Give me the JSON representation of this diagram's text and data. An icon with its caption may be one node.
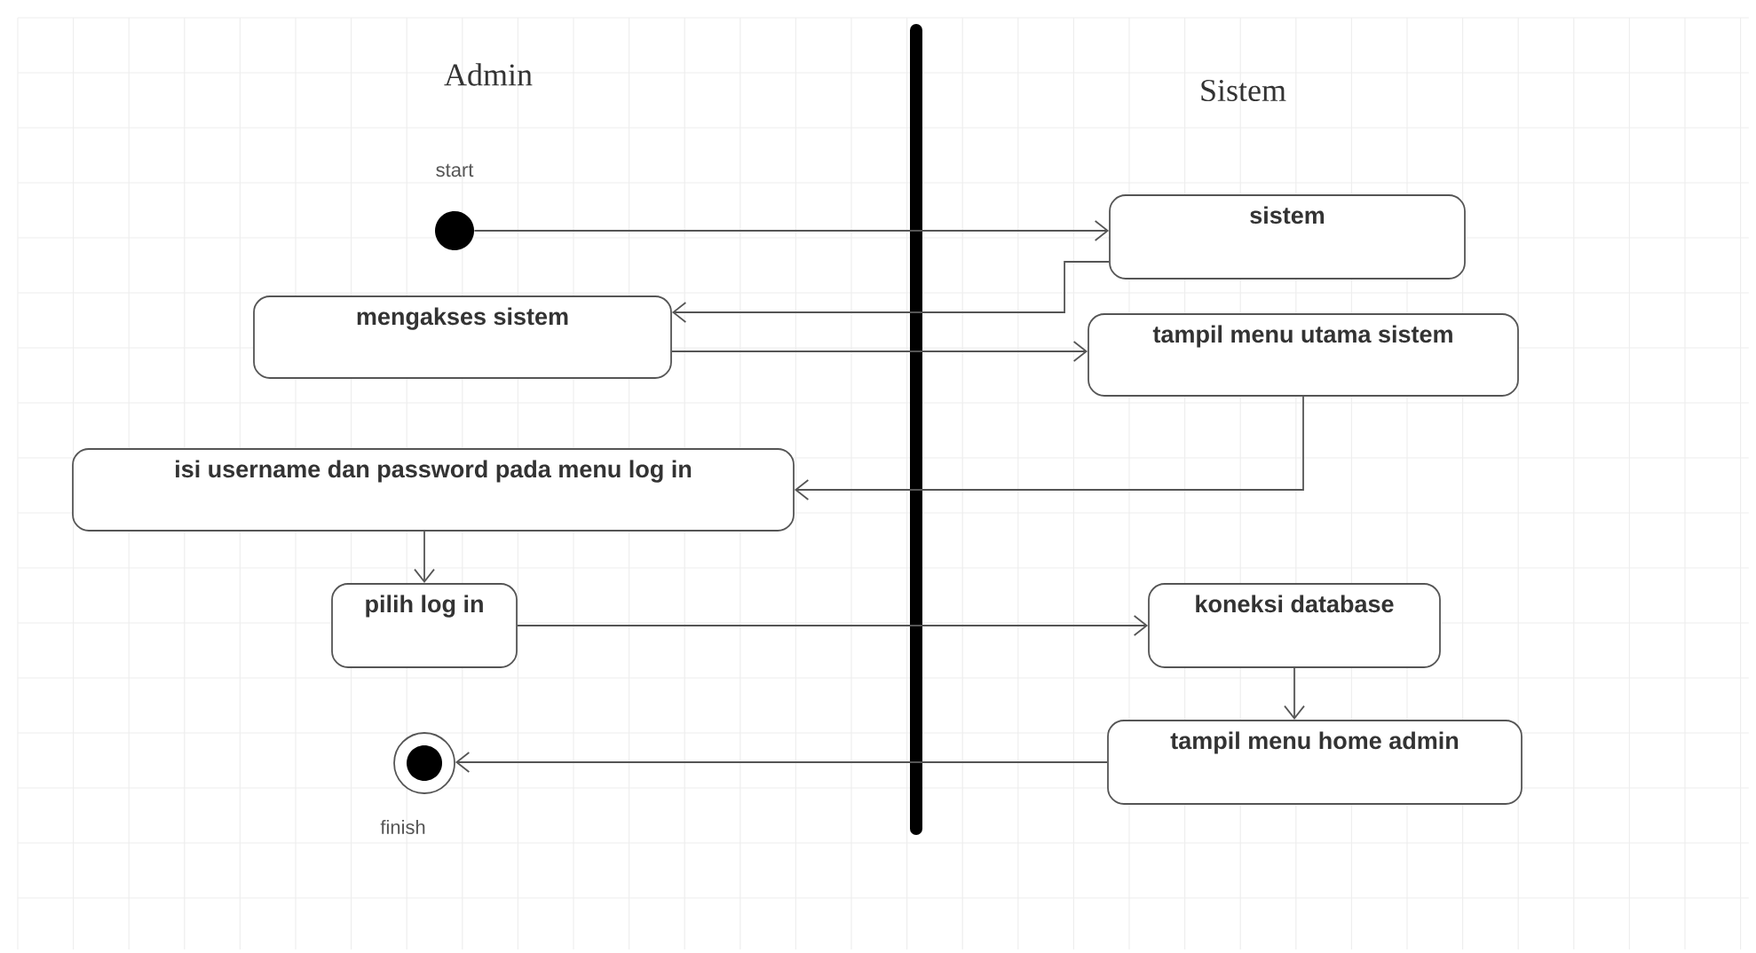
{
  "diagram": {
    "nodes": [
      {
        "text": [],
        "shape": "circle",
        "beside": [
          "start"
        ]
      },
      {
        "text": [
          "sistem"
        ]
      },
      {
        "text": [
          "mengakses sistem"
        ]
      },
      {
        "text": [
          "tampil menu utama sistem"
        ]
      },
      {
        "text": [
          "isi username dan password pada menu log in"
        ]
      },
      {
        "text": [
          "pilih log in"
        ]
      },
      {
        "text": [
          "koneksi database"
        ]
      },
      {
        "text": [
          "tampil menu home admin"
        ]
      },
      {
        "text": [],
        "shape": "circle",
        "beside": [
          "finish"
        ]
      }
    ],
    "edges": [
      {
        "from": 0,
        "to": 1,
        "arrow": "to"
      },
      {
        "from": 1,
        "to": 2,
        "arrow": "to"
      },
      {
        "from": 2,
        "to": 3,
        "arrow": "to"
      },
      {
        "from": 3,
        "to": 4,
        "arrow": "to"
      },
      {
        "from": 4,
        "to": 5,
        "arrow": "to"
      },
      {
        "from": 5,
        "to": 6,
        "arrow": "to"
      },
      {
        "from": 6,
        "to": 7,
        "arrow": "to"
      },
      {
        "from": 7,
        "to": 8,
        "arrow": "to"
      }
    ],
    "labels": [
      "Admin",
      "Sistem"
    ]
  }
}
